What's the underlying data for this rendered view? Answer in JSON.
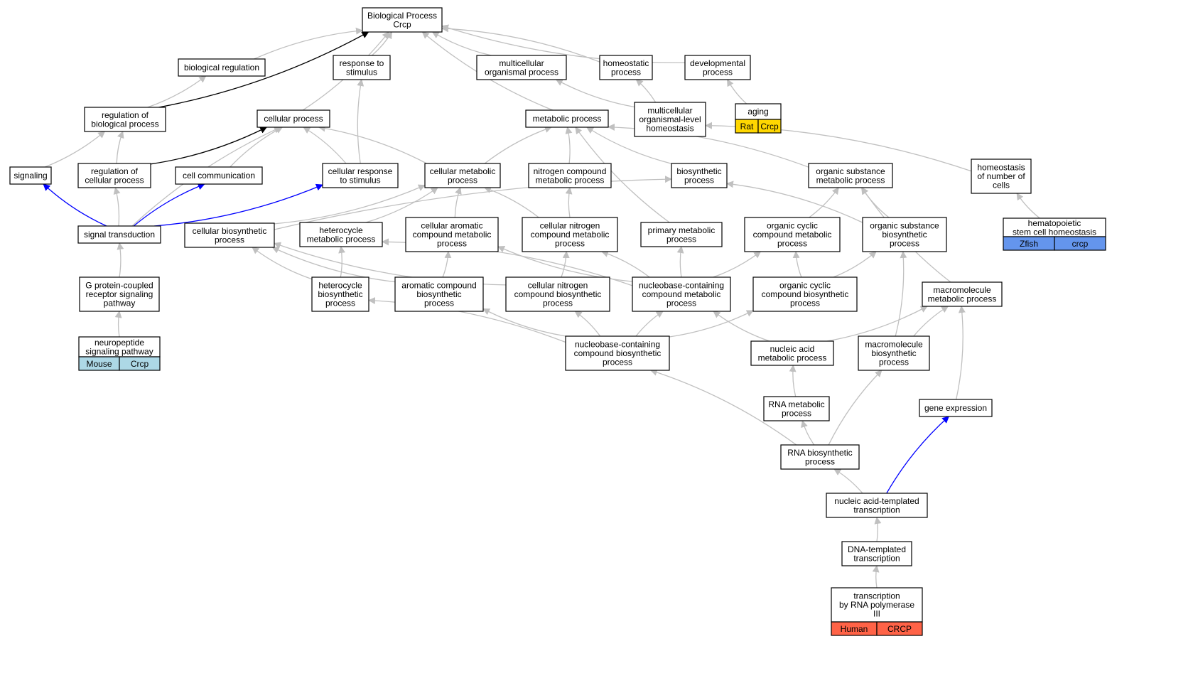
{
  "colors": {
    "edge_default": "#c0c0c0",
    "edge_black": "#000000",
    "edge_blue": "#0000ff",
    "rat": "#ffd700",
    "mouse": "#add8e6",
    "zfish": "#6495ed",
    "human": "#ff6347"
  },
  "nodes": [
    {
      "id": "bp",
      "lines": [
        "Biological Process",
        "Crcp"
      ]
    },
    {
      "id": "bioreg",
      "lines": [
        "biological regulation"
      ]
    },
    {
      "id": "resp",
      "lines": [
        "response to",
        "stimulus"
      ]
    },
    {
      "id": "multi",
      "lines": [
        "multicellular",
        "organismal process"
      ]
    },
    {
      "id": "homeo",
      "lines": [
        "homeostatic",
        "process"
      ]
    },
    {
      "id": "devel",
      "lines": [
        "developmental",
        "process"
      ]
    },
    {
      "id": "regbio",
      "lines": [
        "regulation of",
        "biological process"
      ]
    },
    {
      "id": "cellproc",
      "lines": [
        "cellular process"
      ]
    },
    {
      "id": "metab",
      "lines": [
        "metabolic process"
      ]
    },
    {
      "id": "mlhomeo",
      "lines": [
        "multicellular",
        "organismal-level",
        "homeostasis"
      ]
    },
    {
      "id": "aging",
      "lines": [
        "aging"
      ],
      "cells": [
        {
          "text": "Rat",
          "color": "rat"
        },
        {
          "text": "Crcp",
          "color": "rat"
        }
      ]
    },
    {
      "id": "signaling",
      "lines": [
        "signaling"
      ]
    },
    {
      "id": "regcell",
      "lines": [
        "regulation of",
        "cellular process"
      ]
    },
    {
      "id": "cellcomm",
      "lines": [
        "cell communication"
      ]
    },
    {
      "id": "cellresp",
      "lines": [
        "cellular response",
        "to stimulus"
      ]
    },
    {
      "id": "cellmetab",
      "lines": [
        "cellular metabolic",
        "process"
      ]
    },
    {
      "id": "nitro",
      "lines": [
        "nitrogen compound",
        "metabolic process"
      ]
    },
    {
      "id": "biosyn",
      "lines": [
        "biosynthetic",
        "process"
      ]
    },
    {
      "id": "orgsub",
      "lines": [
        "organic substance",
        "metabolic process"
      ]
    },
    {
      "id": "homeonum",
      "lines": [
        "homeostasis",
        "of number of",
        "cells"
      ]
    },
    {
      "id": "sigtrans",
      "lines": [
        "signal transduction"
      ]
    },
    {
      "id": "cellbiosyn",
      "lines": [
        "cellular biosynthetic",
        "process"
      ]
    },
    {
      "id": "hetmetab",
      "lines": [
        "heterocycle",
        "metabolic process"
      ]
    },
    {
      "id": "cellarom",
      "lines": [
        "cellular aromatic",
        "compound metabolic",
        "process"
      ]
    },
    {
      "id": "cellnitro",
      "lines": [
        "cellular nitrogen",
        "compound metabolic",
        "process"
      ]
    },
    {
      "id": "primary",
      "lines": [
        "primary metabolic",
        "process"
      ]
    },
    {
      "id": "orgcyc",
      "lines": [
        "organic cyclic",
        "compound metabolic",
        "process"
      ]
    },
    {
      "id": "orgsubbio",
      "lines": [
        "organic substance",
        "biosynthetic",
        "process"
      ]
    },
    {
      "id": "hema",
      "lines": [
        "hematopoietic",
        "stem cell homeostasis"
      ],
      "cells": [
        {
          "text": "Zfish",
          "color": "zfish"
        },
        {
          "text": "crcp",
          "color": "zfish"
        }
      ]
    },
    {
      "id": "gpcr",
      "lines": [
        "G protein-coupled",
        "receptor signaling",
        "pathway"
      ]
    },
    {
      "id": "hetbio",
      "lines": [
        "heterocycle",
        "biosynthetic",
        "process"
      ]
    },
    {
      "id": "arombio",
      "lines": [
        "aromatic compound",
        "biosynthetic",
        "process"
      ]
    },
    {
      "id": "cellnitrobio",
      "lines": [
        "cellular nitrogen",
        "compound biosynthetic",
        "process"
      ]
    },
    {
      "id": "nucleometab",
      "lines": [
        "nucleobase-containing",
        "compound metabolic",
        "process"
      ]
    },
    {
      "id": "orgcycbio",
      "lines": [
        "organic cyclic",
        "compound biosynthetic",
        "process"
      ]
    },
    {
      "id": "macro",
      "lines": [
        "macromolecule",
        "metabolic process"
      ]
    },
    {
      "id": "neuro",
      "lines": [
        "neuropeptide",
        "signaling pathway"
      ],
      "cells": [
        {
          "text": "Mouse",
          "color": "mouse"
        },
        {
          "text": "Crcp",
          "color": "mouse"
        }
      ]
    },
    {
      "id": "nucleobio",
      "lines": [
        "nucleobase-containing",
        "compound biosynthetic",
        "process"
      ]
    },
    {
      "id": "nucacid",
      "lines": [
        "nucleic acid",
        "metabolic process"
      ]
    },
    {
      "id": "macrobio",
      "lines": [
        "macromolecule",
        "biosynthetic",
        "process"
      ]
    },
    {
      "id": "rnametab",
      "lines": [
        "RNA metabolic",
        "process"
      ]
    },
    {
      "id": "geneexp",
      "lines": [
        "gene expression"
      ]
    },
    {
      "id": "rnabio",
      "lines": [
        "RNA biosynthetic",
        "process"
      ]
    },
    {
      "id": "nuctemp",
      "lines": [
        "nucleic acid-templated",
        "transcription"
      ]
    },
    {
      "id": "dnatemp",
      "lines": [
        "DNA-templated",
        "transcription"
      ]
    },
    {
      "id": "trans3",
      "lines": [
        "transcription",
        "by RNA polymerase",
        "III"
      ],
      "cells": [
        {
          "text": "Human",
          "color": "human"
        },
        {
          "text": "CRCP",
          "color": "human"
        }
      ]
    }
  ],
  "edges": [
    {
      "from": "regbio",
      "to": "bp",
      "color": "edge_black"
    },
    {
      "from": "bioreg",
      "to": "bp",
      "color": "edge_default"
    },
    {
      "from": "resp",
      "to": "bp",
      "color": "edge_default"
    },
    {
      "from": "multi",
      "to": "bp",
      "color": "edge_default"
    },
    {
      "from": "homeo",
      "to": "bp",
      "color": "edge_default"
    },
    {
      "from": "devel",
      "to": "bp",
      "color": "edge_default"
    },
    {
      "from": "cellproc",
      "to": "bp",
      "color": "edge_default"
    },
    {
      "from": "metab",
      "to": "bp",
      "color": "edge_default"
    },
    {
      "from": "regbio",
      "to": "bioreg",
      "color": "edge_default"
    },
    {
      "from": "mlhomeo",
      "to": "multi",
      "color": "edge_default"
    },
    {
      "from": "mlhomeo",
      "to": "homeo",
      "color": "edge_default"
    },
    {
      "from": "aging",
      "to": "devel",
      "color": "edge_default"
    },
    {
      "from": "signaling",
      "to": "regbio",
      "color": "edge_default"
    },
    {
      "from": "regcell",
      "to": "regbio",
      "color": "edge_default"
    },
    {
      "from": "regcell",
      "to": "cellproc",
      "color": "edge_black"
    },
    {
      "from": "cellcomm",
      "to": "cellproc",
      "color": "edge_default"
    },
    {
      "from": "cellresp",
      "to": "cellproc",
      "color": "edge_default"
    },
    {
      "from": "cellresp",
      "to": "resp",
      "color": "edge_default"
    },
    {
      "from": "cellmetab",
      "to": "cellproc",
      "color": "edge_default"
    },
    {
      "from": "cellmetab",
      "to": "metab",
      "color": "edge_default"
    },
    {
      "from": "nitro",
      "to": "metab",
      "color": "edge_default"
    },
    {
      "from": "biosyn",
      "to": "metab",
      "color": "edge_default"
    },
    {
      "from": "orgsub",
      "to": "metab",
      "color": "edge_default"
    },
    {
      "from": "primary",
      "to": "metab",
      "color": "edge_default"
    },
    {
      "from": "homeonum",
      "to": "mlhomeo",
      "color": "edge_default"
    },
    {
      "from": "sigtrans",
      "to": "signaling",
      "color": "edge_blue"
    },
    {
      "from": "sigtrans",
      "to": "regcell",
      "color": "edge_default"
    },
    {
      "from": "sigtrans",
      "to": "cellcomm",
      "color": "edge_blue"
    },
    {
      "from": "sigtrans",
      "to": "cellresp",
      "color": "edge_blue"
    },
    {
      "from": "sigtrans",
      "to": "cellproc",
      "color": "edge_default"
    },
    {
      "from": "cellbiosyn",
      "to": "cellmetab",
      "color": "edge_default"
    },
    {
      "from": "cellbiosyn",
      "to": "biosyn",
      "color": "edge_default"
    },
    {
      "from": "hetmetab",
      "to": "cellmetab",
      "color": "edge_default"
    },
    {
      "from": "cellarom",
      "to": "cellmetab",
      "color": "edge_default"
    },
    {
      "from": "cellnitro",
      "to": "cellmetab",
      "color": "edge_default"
    },
    {
      "from": "cellnitro",
      "to": "nitro",
      "color": "edge_default"
    },
    {
      "from": "orgcyc",
      "to": "orgsub",
      "color": "edge_default"
    },
    {
      "from": "orgsubbio",
      "to": "orgsub",
      "color": "edge_default"
    },
    {
      "from": "orgsubbio",
      "to": "biosyn",
      "color": "edge_default"
    },
    {
      "from": "hema",
      "to": "homeonum",
      "color": "edge_default"
    },
    {
      "from": "gpcr",
      "to": "sigtrans",
      "color": "edge_default"
    },
    {
      "from": "neuro",
      "to": "gpcr",
      "color": "edge_default"
    },
    {
      "from": "hetbio",
      "to": "hetmetab",
      "color": "edge_default"
    },
    {
      "from": "hetbio",
      "to": "cellbiosyn",
      "color": "edge_default"
    },
    {
      "from": "arombio",
      "to": "cellarom",
      "color": "edge_default"
    },
    {
      "from": "arombio",
      "to": "cellbiosyn",
      "color": "edge_default"
    },
    {
      "from": "cellnitrobio",
      "to": "cellnitro",
      "color": "edge_default"
    },
    {
      "from": "cellnitrobio",
      "to": "cellbiosyn",
      "color": "edge_default"
    },
    {
      "from": "nucleometab",
      "to": "hetmetab",
      "color": "edge_default"
    },
    {
      "from": "nucleometab",
      "to": "cellarom",
      "color": "edge_default"
    },
    {
      "from": "nucleometab",
      "to": "cellnitro",
      "color": "edge_default"
    },
    {
      "from": "nucleometab",
      "to": "primary",
      "color": "edge_default"
    },
    {
      "from": "nucleometab",
      "to": "orgcyc",
      "color": "edge_default"
    },
    {
      "from": "orgcycbio",
      "to": "orgcyc",
      "color": "edge_default"
    },
    {
      "from": "orgcycbio",
      "to": "orgsubbio",
      "color": "edge_default"
    },
    {
      "from": "macro",
      "to": "orgsub",
      "color": "edge_default"
    },
    {
      "from": "nucleobio",
      "to": "hetbio",
      "color": "edge_default"
    },
    {
      "from": "nucleobio",
      "to": "arombio",
      "color": "edge_default"
    },
    {
      "from": "nucleobio",
      "to": "cellnitrobio",
      "color": "edge_default"
    },
    {
      "from": "nucleobio",
      "to": "nucleometab",
      "color": "edge_default"
    },
    {
      "from": "nucleobio",
      "to": "orgcycbio",
      "color": "edge_default"
    },
    {
      "from": "nucacid",
      "to": "nucleometab",
      "color": "edge_default"
    },
    {
      "from": "nucacid",
      "to": "macro",
      "color": "edge_default"
    },
    {
      "from": "macrobio",
      "to": "macro",
      "color": "edge_default"
    },
    {
      "from": "macrobio",
      "to": "orgsubbio",
      "color": "edge_default"
    },
    {
      "from": "rnametab",
      "to": "nucacid",
      "color": "edge_default"
    },
    {
      "from": "geneexp",
      "to": "macro",
      "color": "edge_default"
    },
    {
      "from": "rnabio",
      "to": "rnametab",
      "color": "edge_default"
    },
    {
      "from": "rnabio",
      "to": "nucleobio",
      "color": "edge_default"
    },
    {
      "from": "rnabio",
      "to": "macrobio",
      "color": "edge_default"
    },
    {
      "from": "nuctemp",
      "to": "rnabio",
      "color": "edge_default"
    },
    {
      "from": "nuctemp",
      "to": "geneexp",
      "color": "edge_blue"
    },
    {
      "from": "dnatemp",
      "to": "nuctemp",
      "color": "edge_default"
    },
    {
      "from": "trans3",
      "to": "dnatemp",
      "color": "edge_default"
    }
  ]
}
